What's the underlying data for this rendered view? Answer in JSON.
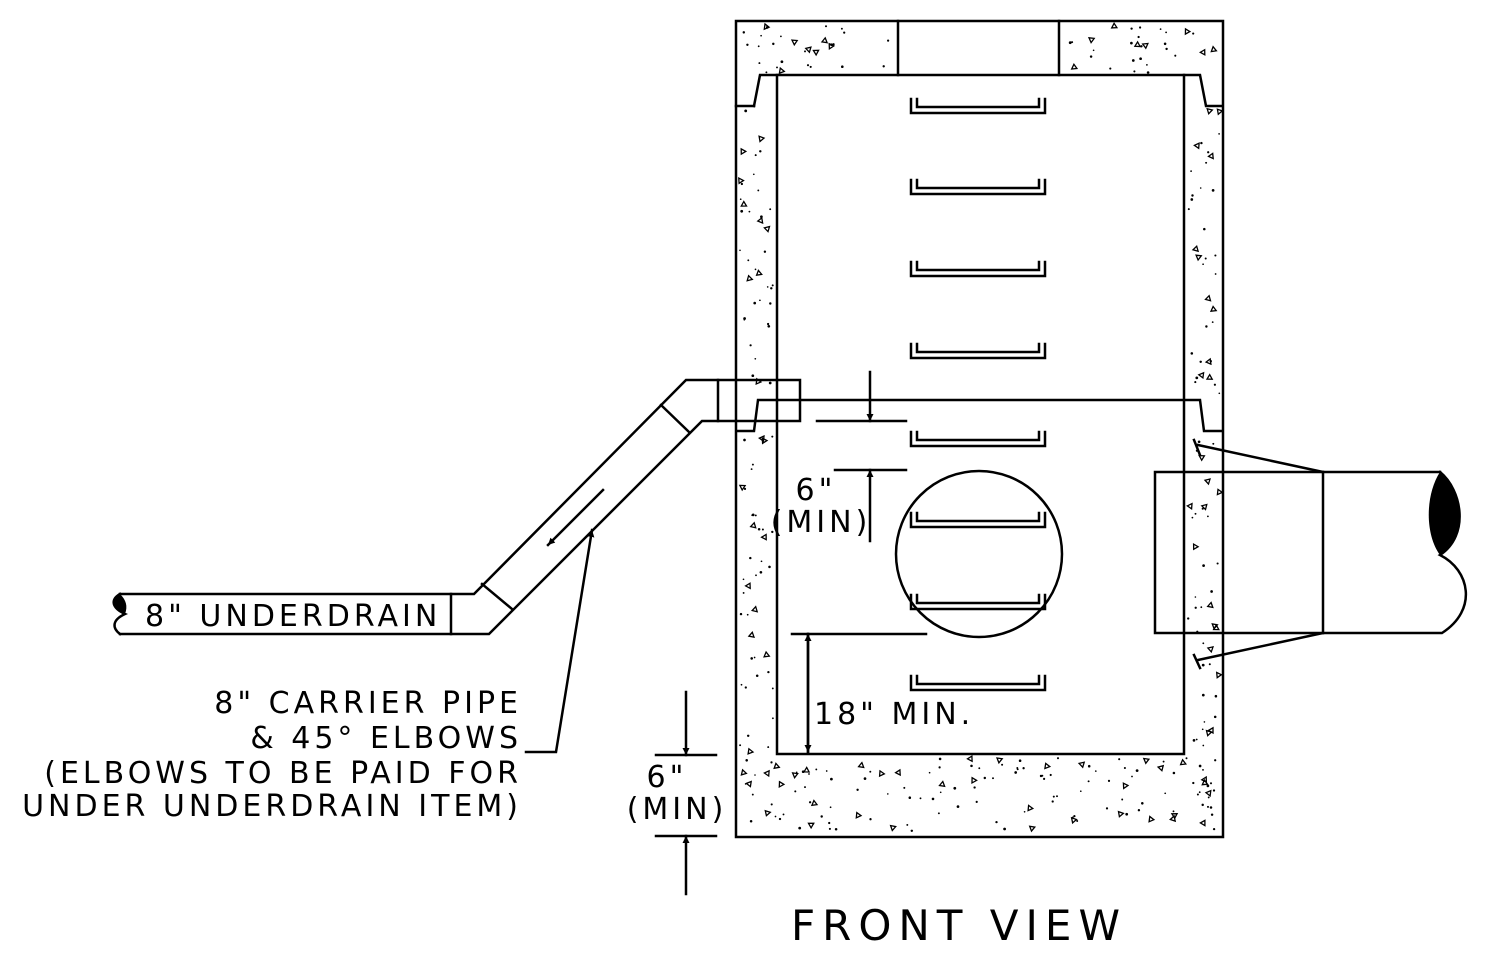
{
  "view_title": "FRONT VIEW",
  "labels": {
    "underdrain": "8\" UNDERDRAIN",
    "carrier_line1": "8\" CARRIER PIPE",
    "carrier_line2": "& 45° ELBOWS",
    "carrier_line3": "(ELBOWS TO BE PAID FOR",
    "carrier_line4": "UNDER UNDERDRAIN ITEM)",
    "dim_top_value": "6\"",
    "dim_top_qual": "(MIN)",
    "dim_side_value": "18\" MIN.",
    "dim_bottom_value": "6\"",
    "dim_bottom_qual": "(MIN)"
  }
}
